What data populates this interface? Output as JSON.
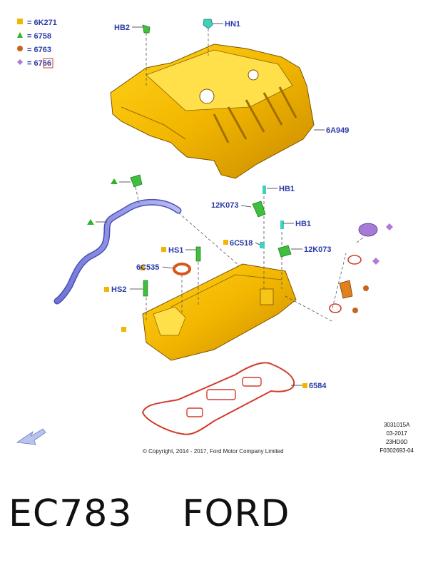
{
  "legend": [
    {
      "symbol": "square",
      "color": "#f2b600",
      "label": "= 6K271"
    },
    {
      "symbol": "triangle",
      "color": "#2bb52b",
      "label": "= 6758"
    },
    {
      "symbol": "circle",
      "color": "#c8641e",
      "label": "= 6763"
    },
    {
      "symbol": "diamond",
      "color": "#b07ad6",
      "label": "= 6766"
    }
  ],
  "callouts": {
    "hb2_top": "HB2",
    "hn1": "HN1",
    "cover": "6A949",
    "hb1_a": "HB1",
    "k073_a": "12K073",
    "c518": "6C518",
    "hb1_b": "HB1",
    "k073_b": "12K073",
    "hs1": "HS1",
    "c535": "6C535",
    "hs2": "HS2",
    "gasket": "6584"
  },
  "meta": {
    "code1": "3031015A",
    "date": "03-2017",
    "code2": "23HD0D",
    "code3": "F0302693-04"
  },
  "copyright": "© Copyright, 2014 - 2017, Ford Motor Company Limited",
  "bottom_title": "EC783    FORD",
  "colors": {
    "cover": "#f2b600",
    "hose": "#8a8fe0",
    "sensor": "#3fbf3f",
    "gasket": "#d23b2a",
    "cap": "#a77ad6",
    "callout_text": "#2a3aa8"
  }
}
